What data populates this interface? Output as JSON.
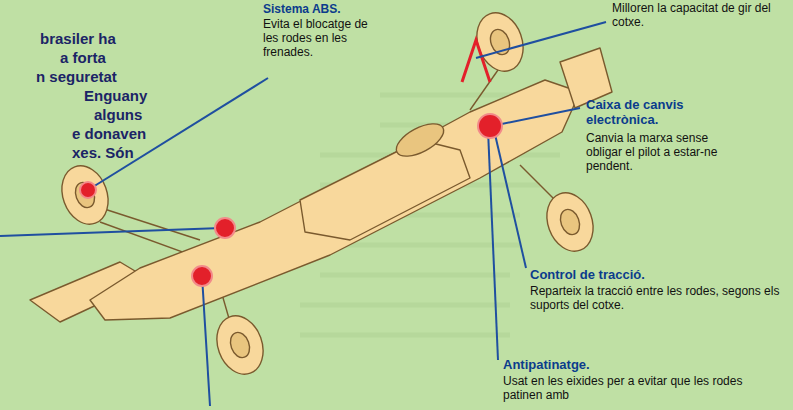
{
  "diagram": {
    "labels": [
      "brasiler ha",
      "a forta",
      "n seguretat",
      "Enguany",
      "alguns",
      "e donaven",
      "xes. Són",
      "Sistema ABS.",
      "Evita el blocatge de les rodes en les frenades.",
      "Milloren la capacitat de gir del cotxe.",
      "Caixa de canvis electrònica.",
      "Canvia la marxa sense obligar el pilot a estar-ne pendent.",
      "Control de tracció.",
      "Reparteix la tracció entre les rodes, segons els suports del cotxe.",
      "Antipatinatge.",
      "Usat en les eixides per a evitar que les rodes patinen amb"
    ]
  }
}
